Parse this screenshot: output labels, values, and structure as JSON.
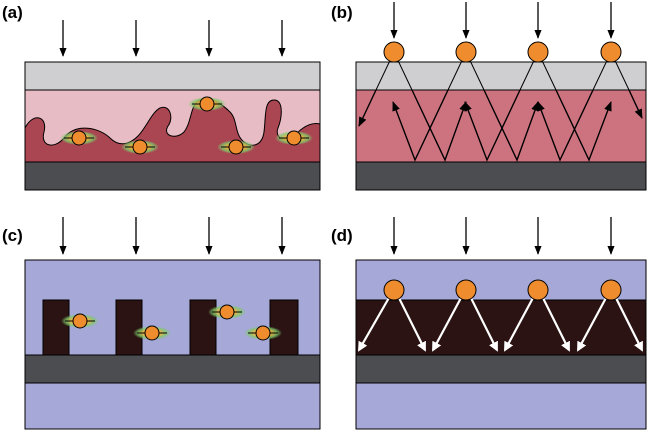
{
  "panels": [
    {
      "id": "a",
      "label": "(a)"
    },
    {
      "id": "b",
      "label": "(b)"
    },
    {
      "id": "c",
      "label": "(c)"
    },
    {
      "id": "d",
      "label": "(d)"
    }
  ],
  "colors": {
    "top_layer_gray": "#cfcfd2",
    "pink_medium": "#e8bcc4",
    "dark_red": "#a94652",
    "rose_medium": "#cd7380",
    "substrate_dark": "#4c4d50",
    "lavender": "#a6a8d8",
    "dark_brown": "#2a1312",
    "particle_orange": "#ef8c2e",
    "arrow_black": "#000000",
    "arrow_white": "#ffffff"
  }
}
